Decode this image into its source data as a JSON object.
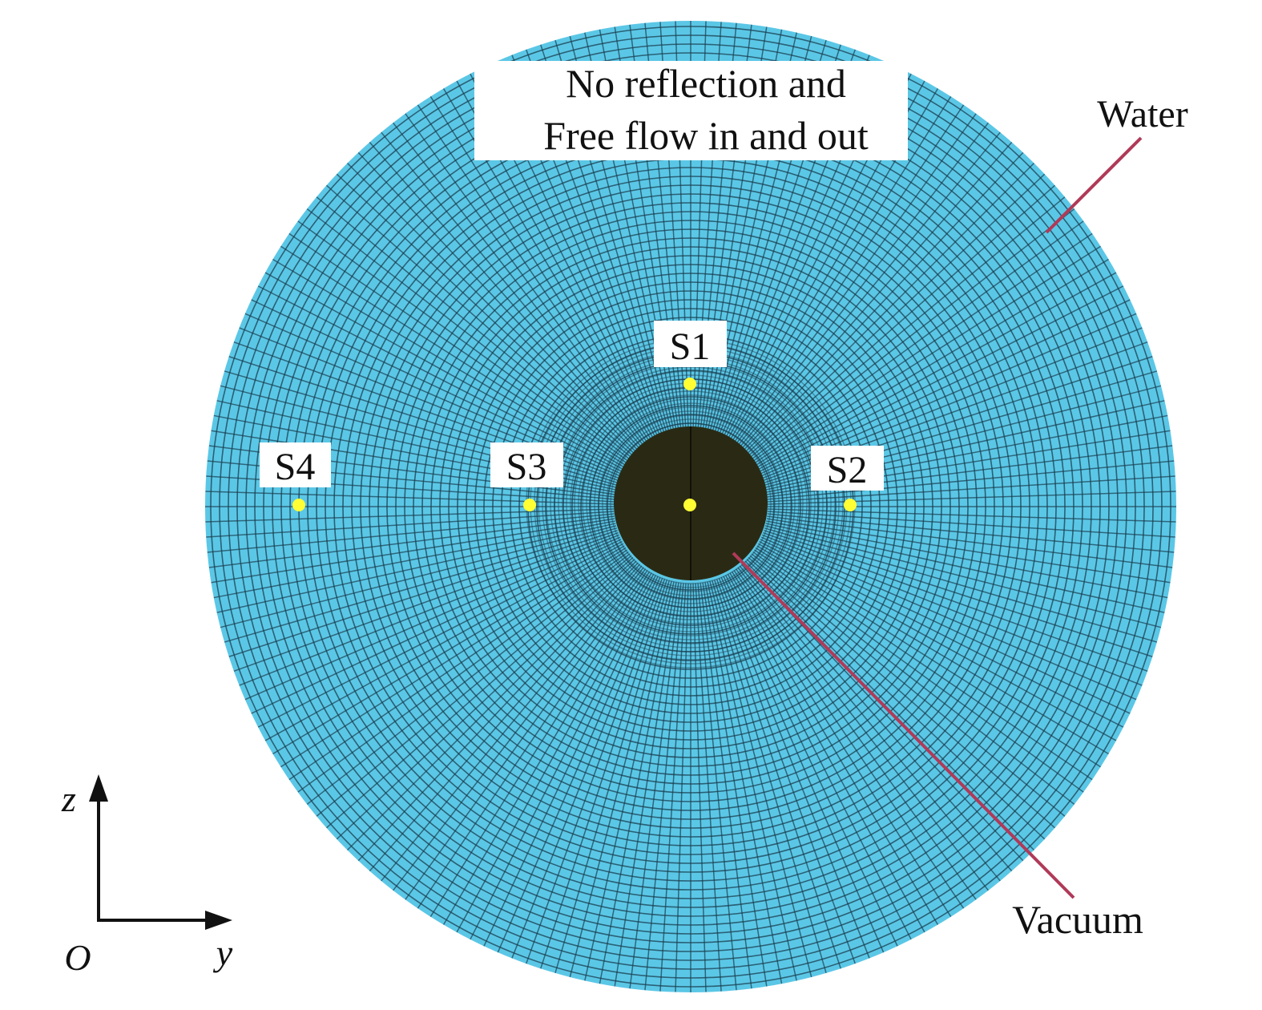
{
  "boundary_note": {
    "line1": "No reflection and",
    "line2": "Free flow in and out"
  },
  "labels": {
    "water": "Water",
    "vacuum": "Vacuum"
  },
  "sensors": [
    {
      "id": "S1"
    },
    {
      "id": "S2"
    },
    {
      "id": "S3"
    },
    {
      "id": "S4"
    }
  ],
  "axes": {
    "vertical": "z",
    "horizontal": "y",
    "origin": "O"
  },
  "colors": {
    "water": "#5bc7e6",
    "mesh_line": "#1a3d4f",
    "vacuum": "#2a2a14",
    "sensor": "#ffff33",
    "leader": "#b03a58",
    "label_box": "#ffffff"
  }
}
